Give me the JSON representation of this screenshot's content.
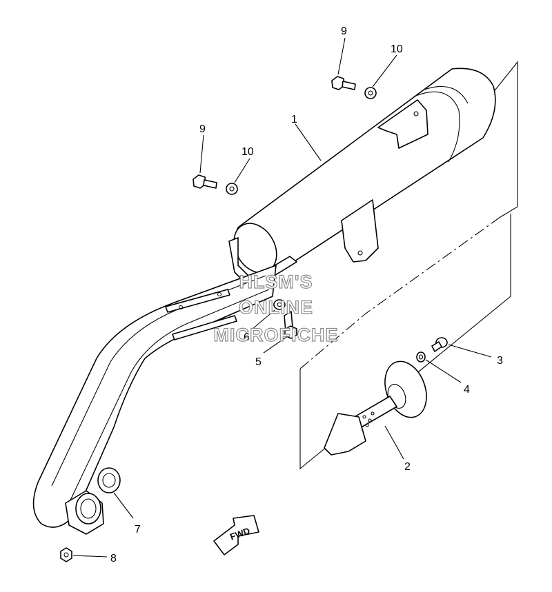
{
  "callouts": {
    "c1": "1",
    "c2": "2",
    "c3": "3",
    "c4": "4",
    "c5": "5",
    "c6": "6",
    "c7": "7",
    "c8": "8",
    "c9a": "9",
    "c9b": "9",
    "c10a": "10",
    "c10b": "10"
  },
  "watermark": {
    "line1": "HLSM'S",
    "line2": "ONLINE",
    "line3": "MICROFICHE"
  },
  "direction_arrow": {
    "label": "FWD"
  },
  "colors": {
    "ink": "#000000",
    "paper": "#ffffff",
    "watermark_outline": "#8a8a8a"
  }
}
